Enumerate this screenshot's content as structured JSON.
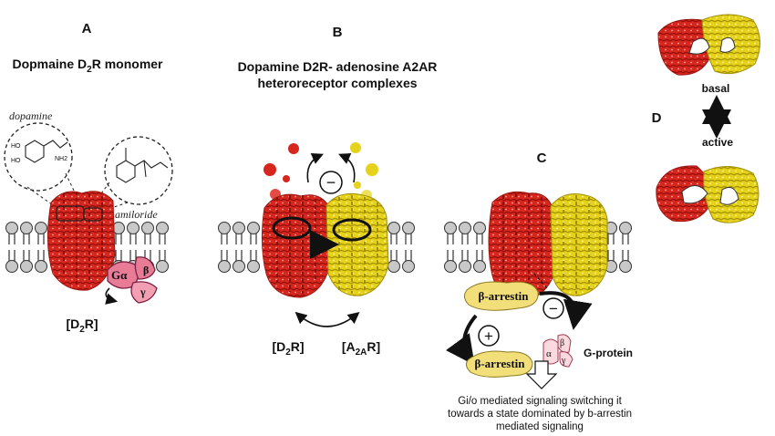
{
  "panel_a": {
    "letter": "A",
    "title_pre": "Dopmaine D",
    "title_sub": "2",
    "title_post": "R monomer",
    "dopamine_label": "dopamine",
    "amiloride_label": "amiloride",
    "g_alpha": "Gα",
    "g_beta": "β",
    "g_gamma": "γ",
    "chem_ho1": "HO",
    "chem_ho2": "HO",
    "chem_nh2": "NH2",
    "receptor_pre": "[D",
    "receptor_sub": "2",
    "receptor_post": "R]"
  },
  "panel_b": {
    "letter": "B",
    "title_line1": "Dopamine D2R- adenosine A2AR",
    "title_line2": "heteroreceptor complexes",
    "minus_sign": "−",
    "d2r_pre": "[D",
    "d2r_sub": "2",
    "d2r_post": "R]",
    "a2ar_pre": "[A",
    "a2ar_sub": "2A",
    "a2ar_post": "R]"
  },
  "panel_c": {
    "letter": "C",
    "arrestin_top": "β-arrestin",
    "arrestin_bottom": "β-arrestin",
    "minus_sign": "−",
    "plus_sign": "+",
    "g_alpha": "α",
    "g_beta": "β",
    "g_gamma": "γ",
    "g_protein": "G-protein",
    "caption_line1": "Gi/o mediated signaling switching it",
    "caption_line2": "towards a state dominated by b-arrestin",
    "caption_line3": "mediated signaling"
  },
  "panel_d": {
    "letter": "D",
    "basal": "basal",
    "active": "active"
  },
  "colors": {
    "d2r_red": "#d7261e",
    "a2ar_yellow": "#e6d21a",
    "g_protein_pink": "#e87c97",
    "arrestin_fill": "#f2df7a",
    "membrane_head": "#c8c8c8"
  }
}
